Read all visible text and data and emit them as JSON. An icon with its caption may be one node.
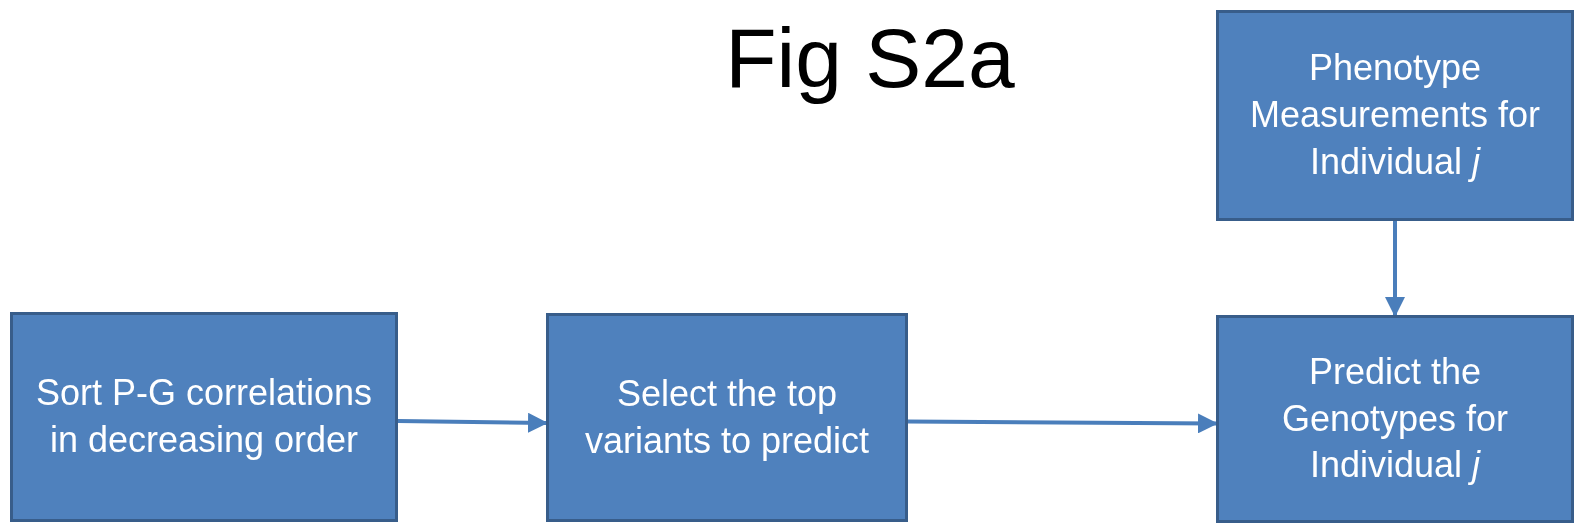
{
  "diagram": {
    "title": "Fig S2a",
    "nodes": [
      {
        "text": [
          "Sort P-G correlations in decreasing order"
        ]
      },
      {
        "text": [
          "Select the top variants to predict"
        ]
      },
      {
        "text": [
          "Phenotype Measurements for Individual *j*"
        ]
      },
      {
        "text": [
          "Predict the Genotypes for Individual *j*"
        ]
      }
    ],
    "edges": [
      {
        "from": 0,
        "to": 1,
        "arrow": "to"
      },
      {
        "from": 1,
        "to": 3,
        "arrow": "to"
      },
      {
        "from": 2,
        "to": 3,
        "arrow": "to"
      }
    ]
  }
}
